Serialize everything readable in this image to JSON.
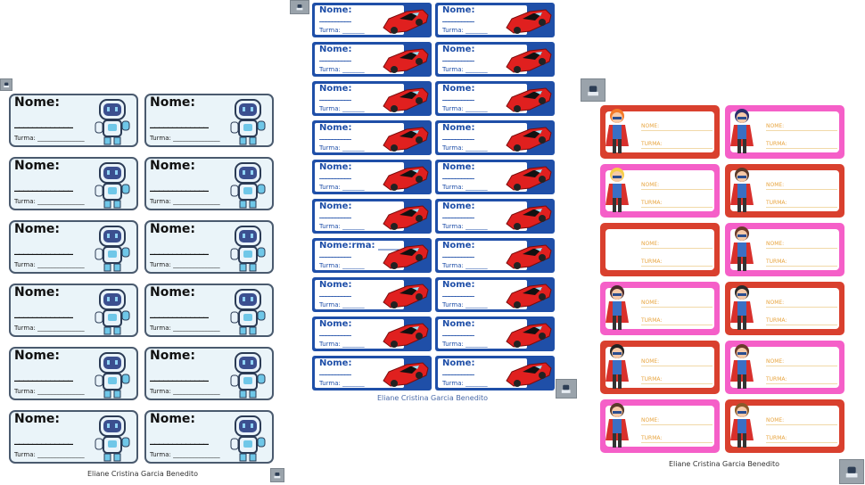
{
  "author": "Eliane Cristina Garcia Benedito",
  "robot_labels": {
    "nome": "Nome:",
    "dash": "_____________",
    "turma": "Turma: _______________",
    "count": 12
  },
  "car_labels": {
    "nome": "Nome:",
    "nome_glitch": "Nome:rma: _______",
    "dash": "__________",
    "turma": "Turma: _______",
    "count": 20
  },
  "hero_labels": {
    "nome": "NOME:",
    "turma": "TURMA:",
    "frames": [
      "red",
      "pink",
      "pink",
      "red",
      "red",
      "pink",
      "pink",
      "red",
      "red",
      "pink",
      "pink",
      "red"
    ],
    "heroes": [
      true,
      true,
      true,
      true,
      false,
      true,
      true,
      true,
      true,
      true,
      true,
      true
    ]
  },
  "colors": {
    "red": "#d9402e",
    "pink": "#f55fc8",
    "car_blue": "#1f4fa8",
    "robot_border": "#4a5a6e"
  }
}
